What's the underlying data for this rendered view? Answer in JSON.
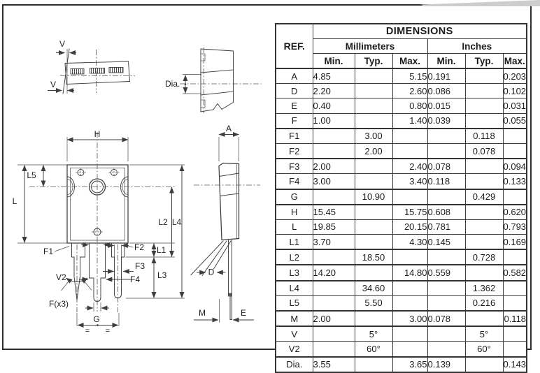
{
  "table": {
    "title": "DIMENSIONS",
    "ref_header": "REF.",
    "unit_headers": [
      "Millimeters",
      "Inches"
    ],
    "col_headers": [
      "Min.",
      "Typ.",
      "Max.",
      "Min.",
      "Typ.",
      "Max."
    ],
    "rows": [
      {
        "ref": "A",
        "cells": [
          "4.85",
          "",
          "5.15",
          "0.191",
          "",
          "0.203"
        ],
        "group_start": true
      },
      {
        "ref": "D",
        "cells": [
          "2.20",
          "",
          "2.60",
          "0.086",
          "",
          "0.102"
        ],
        "group_start": false
      },
      {
        "ref": "E",
        "cells": [
          "0.40",
          "",
          "0.80",
          "0.015",
          "",
          "0.031"
        ],
        "group_start": false
      },
      {
        "ref": "F",
        "cells": [
          "1.00",
          "",
          "1.40",
          "0.039",
          "",
          "0.055"
        ],
        "group_start": false
      },
      {
        "ref": "F1",
        "cells": [
          "",
          "3.00",
          "",
          "",
          "0.118",
          ""
        ],
        "group_start": true
      },
      {
        "ref": "F2",
        "cells": [
          "",
          "2.00",
          "",
          "",
          "0.078",
          ""
        ],
        "group_start": false
      },
      {
        "ref": "F3",
        "cells": [
          "2.00",
          "",
          "2.40",
          "0.078",
          "",
          "0.094"
        ],
        "group_start": true
      },
      {
        "ref": "F4",
        "cells": [
          "3.00",
          "",
          "3.40",
          "0.118",
          "",
          "0.133"
        ],
        "group_start": false
      },
      {
        "ref": "G",
        "cells": [
          "",
          "10.90",
          "",
          "",
          "0.429",
          ""
        ],
        "group_start": true
      },
      {
        "ref": "H",
        "cells": [
          "15.45",
          "",
          "15.75",
          "0.608",
          "",
          "0.620"
        ],
        "group_start": true
      },
      {
        "ref": "L",
        "cells": [
          "19.85",
          "",
          "20.15",
          "0.781",
          "",
          "0.793"
        ],
        "group_start": false
      },
      {
        "ref": "L1",
        "cells": [
          "3.70",
          "",
          "4.30",
          "0.145",
          "",
          "0.169"
        ],
        "group_start": false
      },
      {
        "ref": "L2",
        "cells": [
          "",
          "18.50",
          "",
          "",
          "0.728",
          ""
        ],
        "group_start": true
      },
      {
        "ref": "L3",
        "cells": [
          "14.20",
          "",
          "14.80",
          "0.559",
          "",
          "0.582"
        ],
        "group_start": true
      },
      {
        "ref": "L4",
        "cells": [
          "",
          "34.60",
          "",
          "",
          "1.362",
          ""
        ],
        "group_start": true
      },
      {
        "ref": "L5",
        "cells": [
          "",
          "5.50",
          "",
          "",
          "0.216",
          ""
        ],
        "group_start": false
      },
      {
        "ref": "M",
        "cells": [
          "2.00",
          "",
          "3.00",
          "0.078",
          "",
          "0.118"
        ],
        "group_start": true
      },
      {
        "ref": "V",
        "cells": [
          "",
          "5°",
          "",
          "",
          "5°",
          ""
        ],
        "group_start": true
      },
      {
        "ref": "V2",
        "cells": [
          "",
          "60°",
          "",
          "",
          "60°",
          ""
        ],
        "group_start": false
      },
      {
        "ref": "Dia.",
        "cells": [
          "3.55",
          "",
          "3.65",
          "0.139",
          "",
          "0.143"
        ],
        "group_start": true
      }
    ]
  },
  "drawings": {
    "tilt_view": {
      "v_top": "V",
      "v_bottom": "V"
    },
    "hole_view": {
      "dia": "Dia."
    },
    "front_view": {
      "h": "H",
      "l5": "L5",
      "l": "L",
      "l1": "L1",
      "l2": "L2",
      "l3": "L3",
      "l4": "L4",
      "f1": "F1",
      "f2": "F2",
      "f3": "F3",
      "f4": "F4",
      "v2": "V2",
      "f_x3": "F(x3)",
      "g": "G",
      "eq_marks": [
        "=",
        "="
      ]
    },
    "side_view": {
      "a": "A",
      "d": "D",
      "m": "M",
      "e": "E"
    }
  }
}
